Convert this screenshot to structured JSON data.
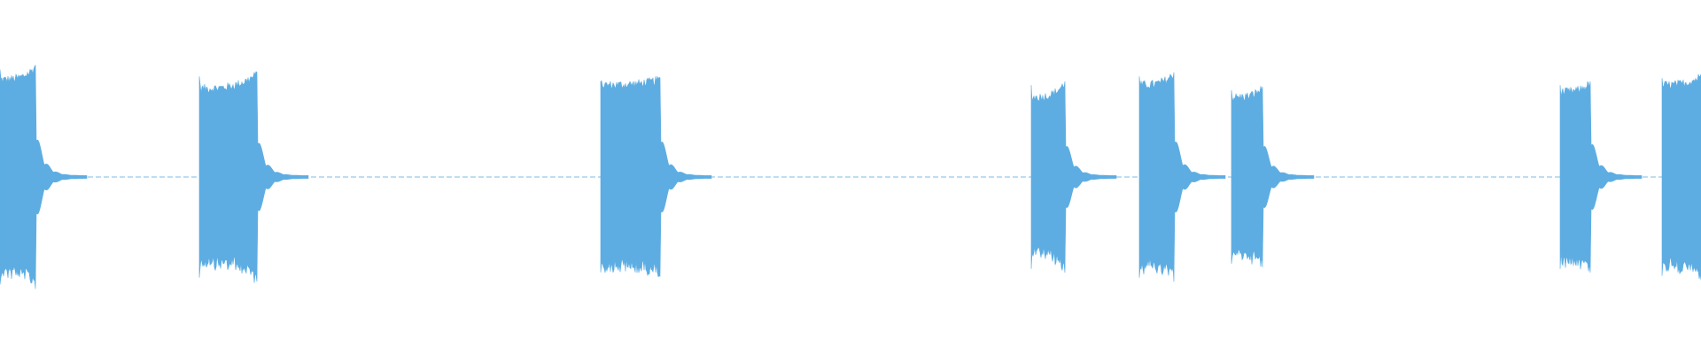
{
  "waveform": {
    "color": "#5DADE2",
    "background": "#FFFFFF",
    "bursts": [
      {
        "start": 0.0,
        "end": 0.021,
        "peak": 0.62,
        "sustain": 0.55
      },
      {
        "start": 0.117,
        "end": 0.151,
        "peak": 0.58,
        "sustain": 0.5
      },
      {
        "start": 0.353,
        "end": 0.388,
        "peak": 0.55,
        "sustain": 0.52
      },
      {
        "start": 0.606,
        "end": 0.626,
        "peak": 0.53,
        "sustain": 0.45
      },
      {
        "start": 0.67,
        "end": 0.69,
        "peak": 0.58,
        "sustain": 0.52
      },
      {
        "start": 0.724,
        "end": 0.742,
        "peak": 0.5,
        "sustain": 0.45
      },
      {
        "start": 0.917,
        "end": 0.935,
        "peak": 0.53,
        "sustain": 0.48
      },
      {
        "start": 0.977,
        "end": 1.0,
        "peak": 0.57,
        "sustain": 0.52
      }
    ]
  }
}
